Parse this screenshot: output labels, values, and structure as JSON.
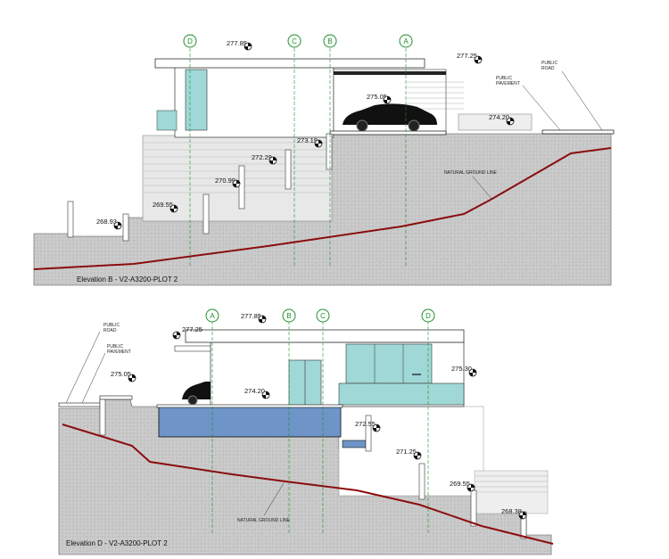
{
  "elevation_b": {
    "title": "Elevation B - V2-A3200-PLOT 2",
    "grids": [
      "D",
      "C",
      "B",
      "A"
    ],
    "levels": [
      "277.85",
      "277.25",
      "275.05",
      "274.20",
      "273.19",
      "272.29",
      "270.99",
      "269.55",
      "268.93"
    ],
    "public_road": "PUBLIC\nROAD",
    "public_pavement": "PUBLIC\nPAVEMENT",
    "natural_ground_line": "NATURAL GROUND LINE"
  },
  "elevation_d": {
    "title": "Elevation D - V2-A3200-PLOT 2",
    "grids": [
      "A",
      "B",
      "C",
      "D"
    ],
    "levels": [
      "277.85",
      "277.25",
      "275.05",
      "274.20",
      "275.30",
      "272.55",
      "271.25",
      "269.55",
      "268.38"
    ],
    "public_road": "PUBLIC\nROAD",
    "public_pavement": "PUBLIC\nPAVEMENT",
    "natural_ground_line": "NATURAL GROUND LINE"
  },
  "colors": {
    "ground_line": "#8b0d0d",
    "grid_line": "#1d8f2a",
    "glass": "#9fd8d6",
    "pool": "#6e94c8",
    "ground_fill": "#c9c9c9"
  }
}
